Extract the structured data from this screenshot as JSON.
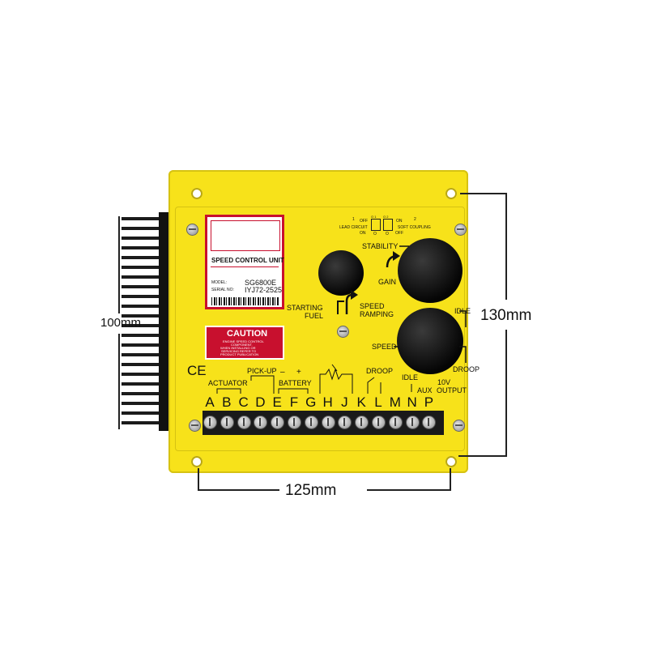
{
  "dimensions": {
    "height_label": "130mm",
    "width_label": "125mm",
    "depth_label": "100mm"
  },
  "label": {
    "title": "SPEED CONTROL UNIT",
    "model_key": "MODEL:",
    "model_value": "SG6800E",
    "serial_key": "SERIAL NO:",
    "serial_value": "IYJ72-2525"
  },
  "caution": {
    "title": "CAUTION",
    "line1": "ENGINE SPEED CONTROL",
    "line2": "COMPONENT.",
    "line3": "WHEN INSTALLING OR",
    "line4": "SERVICING REFER TO",
    "line5": "PRODUCT PUBLICATION"
  },
  "switches": {
    "left_num": "1",
    "left_off": "OFF",
    "s1": "O 1",
    "s2": "O 2",
    "right_on": "ON",
    "right_num": "2",
    "lead_circuit": "LEAD CIRCUIT",
    "left_on": "ON",
    "left_o": "O",
    "right_o": "O",
    "right_off": "OFF",
    "soft_coupling": "SOFT COUPLING"
  },
  "controls": {
    "stability": "STABILITY",
    "gain": "GAIN",
    "starting": "STARTING",
    "fuel": "FUEL",
    "speed_ramping_1": "SPEED",
    "speed_ramping_2": "RAMPING",
    "idle": "IDLE",
    "speed": "SPEED",
    "droop": "DROOP"
  },
  "ce_mark": "CE",
  "terminal_groups": {
    "actuator": "ACTUATOR",
    "pickup": "PICK-UP",
    "battery_minus": "–",
    "battery_plus": "+",
    "battery": "BATTERY",
    "droop": "DROOP",
    "idle": "IDLE",
    "aux": "AUX",
    "output_1": "10V",
    "output_2": "OUTPUT"
  },
  "terminals": [
    "A",
    "B",
    "C",
    "D",
    "E",
    "F",
    "G",
    "H",
    "J",
    "K",
    "L",
    "M",
    "N",
    "P"
  ],
  "colors": {
    "panel": "#f7e21a",
    "caution_red": "#c8102e",
    "knob": "#0b0b0b"
  }
}
